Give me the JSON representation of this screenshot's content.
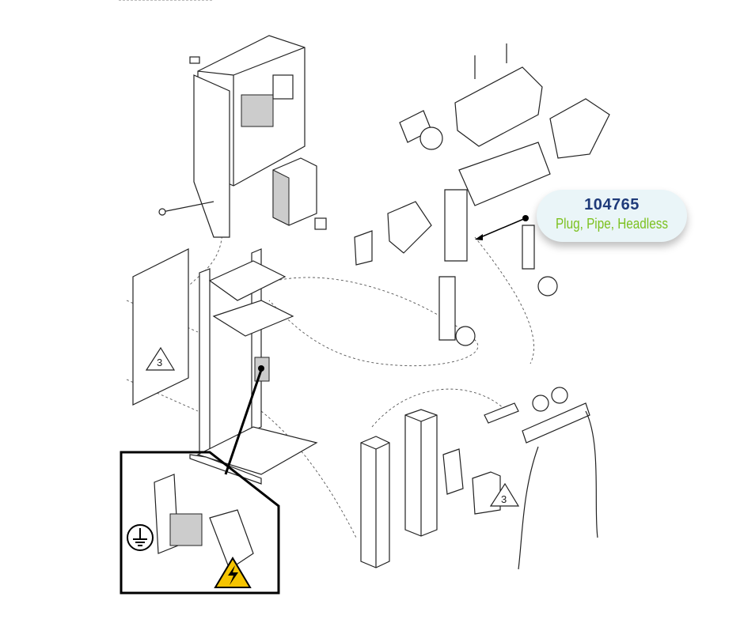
{
  "tooltip": {
    "part_number": "104765",
    "description": "Plug, Pipe, Headless"
  },
  "callout_labels": [
    "3",
    "3"
  ],
  "colors": {
    "part_number": "#1f3b7a",
    "description": "#7cc11f",
    "tooltip_bg": "#eaf5f8",
    "warning": "#f5c400"
  }
}
